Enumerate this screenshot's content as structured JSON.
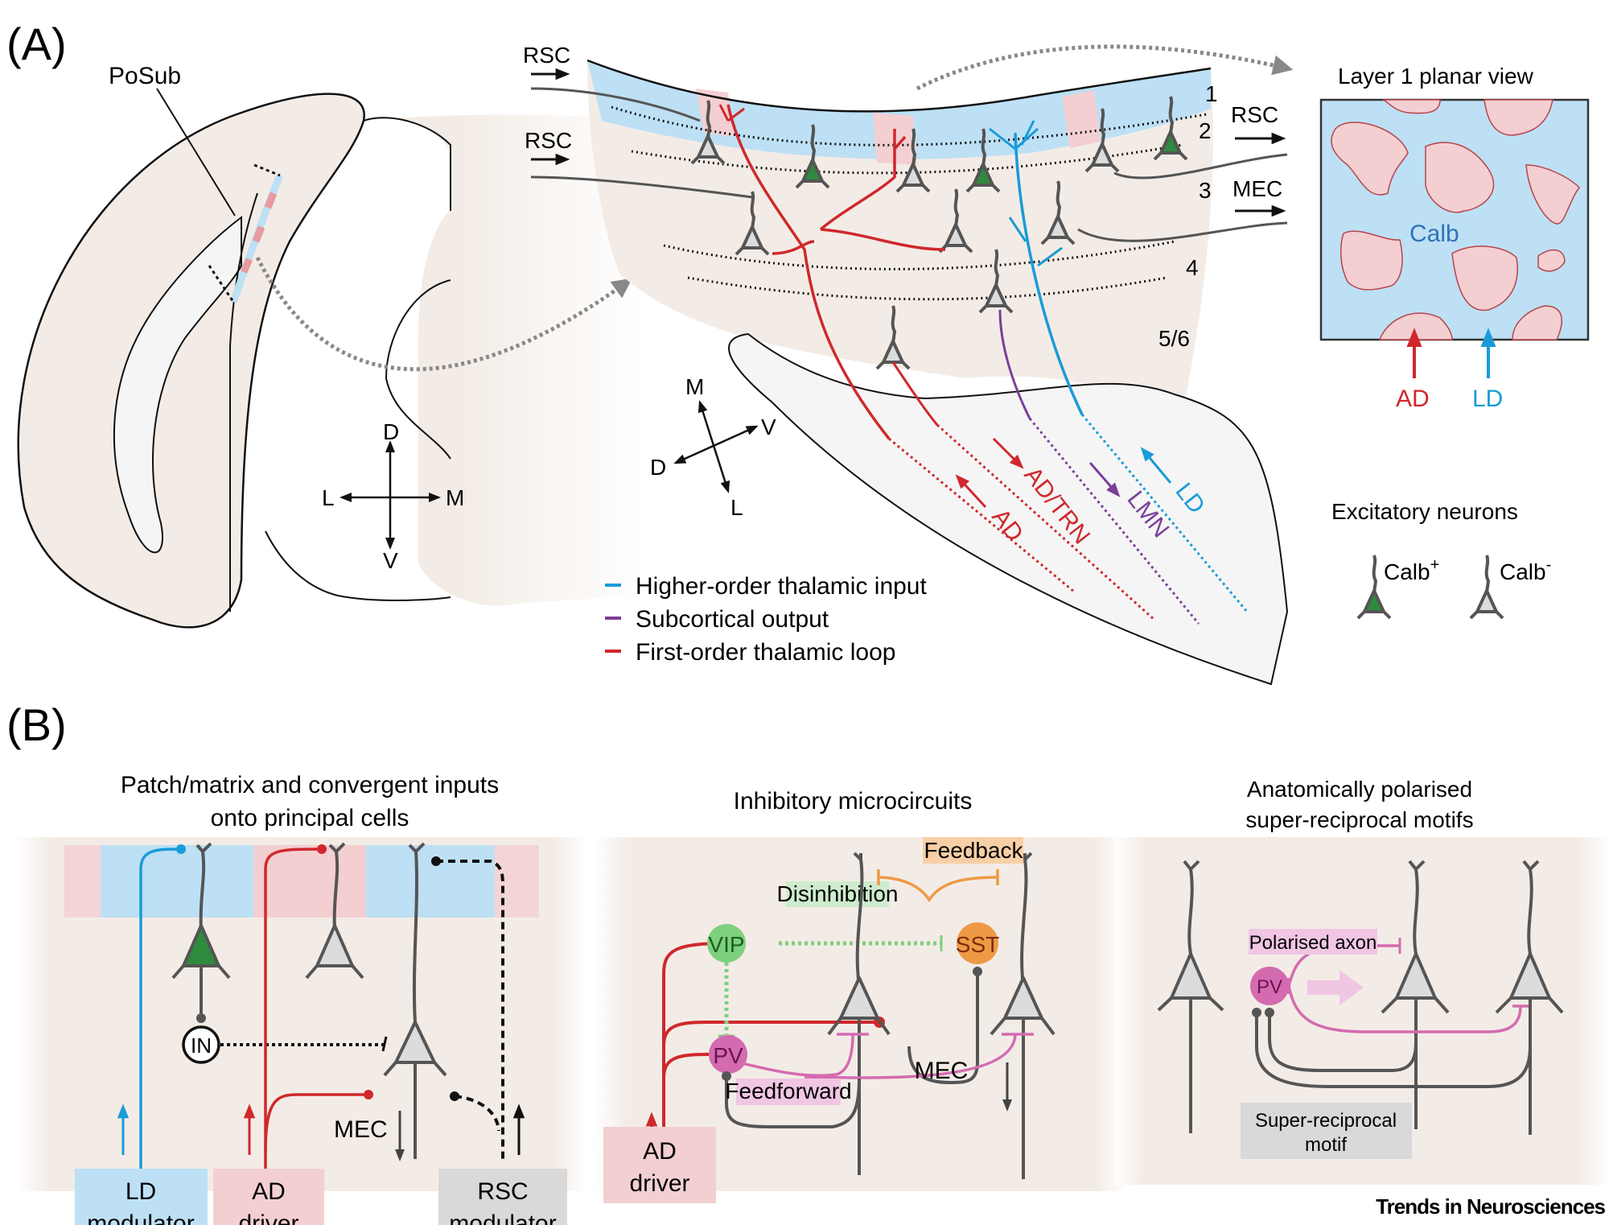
{
  "colors": {
    "tissue": "#f3ece6",
    "ventricle": "#f5f5f5",
    "patch": "#f3cfd2",
    "matrix": "#bde0f5",
    "red": "#d0282c",
    "blue": "#1a9bd7",
    "purple": "#7b3f98",
    "neuron_grey": "#555555",
    "calb_pos": "#2e8b3d",
    "calb_neg": "#dcdcdc",
    "vip": "#7ed07e",
    "pv": "#d46bb0",
    "sst": "#ee9a45",
    "label_green": "#cdeccd",
    "label_pink": "#f0c6e3",
    "label_orange": "#f7cfa6",
    "label_grey": "#d9d9d9"
  },
  "panel_a": {
    "label": "(A)",
    "section": {
      "posub_label": "PoSub",
      "compass": {
        "up": "D",
        "down": "V",
        "left": "L",
        "right": "M"
      }
    },
    "layers": {
      "layer_numbers": [
        "1",
        "2",
        "3",
        "4",
        "5/6"
      ],
      "inputs_left": [
        "RSC",
        "RSC"
      ],
      "outputs_right": [
        "RSC",
        "MEC"
      ]
    },
    "compass_rotated": {
      "up": "M",
      "down": "L",
      "left": "D",
      "right": "V"
    },
    "tract_labels": [
      "AD",
      "AD/TRN",
      "LMN",
      "LD"
    ],
    "legend": [
      {
        "label": "Higher-order thalamic input",
        "color": "#1a9bd7"
      },
      {
        "label": "Subcortical output",
        "color": "#7b3f98"
      },
      {
        "label": "First-order thalamic loop",
        "color": "#d0282c"
      }
    ],
    "planar_view": {
      "title": "Layer 1 planar view",
      "matrix_label": "Calb",
      "inputs": [
        {
          "label": "AD",
          "color": "#d0282c"
        },
        {
          "label": "LD",
          "color": "#1a9bd7"
        }
      ]
    },
    "neuron_legend": {
      "title": "Excitatory neurons",
      "items": [
        {
          "label": "Calb",
          "sup": "+"
        },
        {
          "label": "Calb",
          "sup": "-"
        }
      ]
    }
  },
  "panel_b": {
    "label": "(B)",
    "subpanels": [
      {
        "title_line1": "Patch/matrix and convergent inputs",
        "title_line2": "onto principal cells",
        "interneuron": "IN",
        "output_label": "MEC",
        "sources": [
          {
            "line1": "LD",
            "line2": "modulator"
          },
          {
            "line1": "AD",
            "line2": "driver"
          },
          {
            "line1": "RSC",
            "line2": "modulator"
          }
        ]
      },
      {
        "title_line1": "Inhibitory microcircuits",
        "cells": {
          "vip": "VIP",
          "pv": "PV",
          "sst": "SST"
        },
        "motifs": {
          "disinhibition": "Disinhibition",
          "feedback": "Feedback",
          "feedforward": "Feedforward"
        },
        "output_label": "MEC",
        "source": {
          "line1": "AD",
          "line2": "driver"
        }
      },
      {
        "title_line1": "Anatomically polarised",
        "title_line2": "super-reciprocal motifs",
        "cell": "PV",
        "axon_label": "Polarised axon",
        "motif_line1": "Super-reciprocal",
        "motif_line2": "motif"
      }
    ]
  },
  "journal": "Trends in Neurosciences"
}
